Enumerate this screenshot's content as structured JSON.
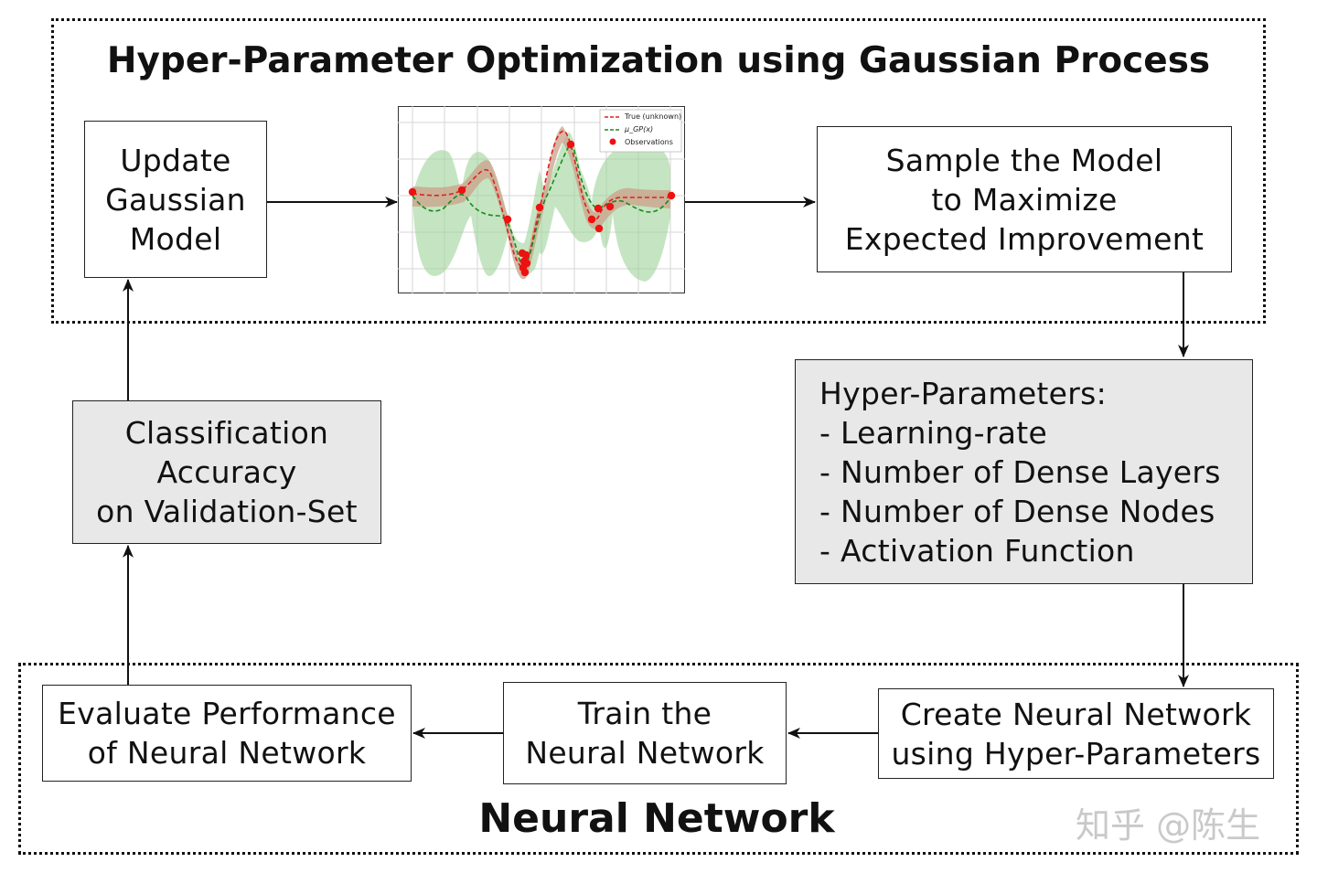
{
  "top_region": {
    "title": "Hyper-Parameter Optimization using Gaussian Process"
  },
  "bottom_region": {
    "title": "Neural Network"
  },
  "boxes": {
    "update_model": [
      "Update",
      "Gaussian",
      "Model"
    ],
    "sample_model": [
      "Sample the Model",
      "to Maximize",
      "Expected Improvement"
    ],
    "hyper_params": [
      "Hyper-Parameters:",
      "- Learning-rate",
      "- Number of Dense Layers",
      "- Number of Dense Nodes",
      "- Activation Function"
    ],
    "classification": [
      "Classification",
      "Accuracy",
      "on Validation-Set"
    ],
    "evaluate": [
      "Evaluate Performance",
      "of Neural Network"
    ],
    "train": [
      "Train the",
      "Neural Network"
    ],
    "create": [
      "Create Neural Network",
      "using Hyper-Parameters"
    ]
  },
  "gp_plot": {
    "legend": [
      "True (unknown)",
      "μ_GP(x)",
      "Observations"
    ],
    "colors": {
      "true": "#e02020",
      "mean": "#1a8a1a",
      "obs": "#ee1111",
      "band_wide": "#9fd49a",
      "band_narrow": "#c9a08a"
    }
  },
  "watermark": "知乎 @陈生"
}
